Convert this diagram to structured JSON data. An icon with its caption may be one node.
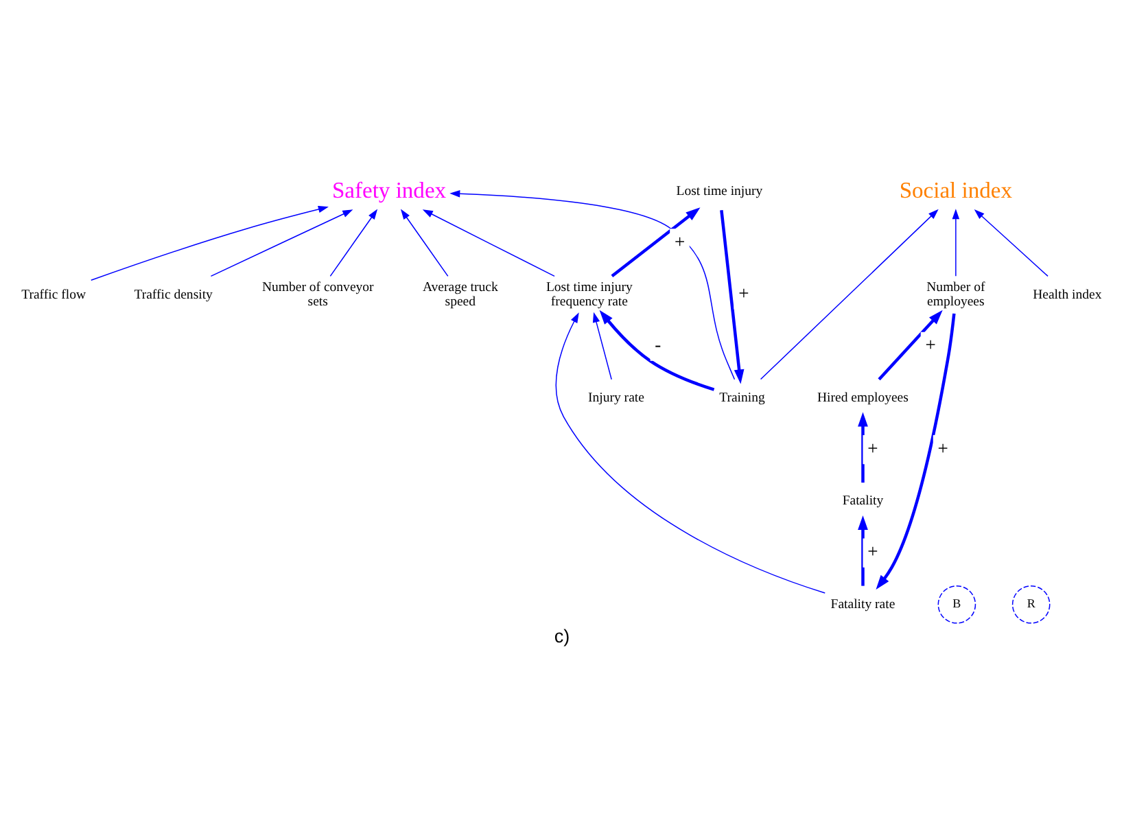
{
  "diagram": {
    "caption": "c)",
    "nodes": [
      {
        "text": [
          "Traffic flow"
        ]
      },
      {
        "text": [
          "Traffic density"
        ]
      },
      {
        "text": [
          "Number of conveyor sets"
        ]
      },
      {
        "text": [
          "Health index"
        ]
      },
      {
        "text": [
          "Safety index"
        ]
      },
      {
        "text": [
          "Social index"
        ]
      },
      {
        "text": [
          "Average truck speed"
        ]
      },
      {
        "text": [
          "Training"
        ]
      },
      {
        "text": [
          "Lost time injury frequency rate"
        ]
      },
      {
        "text": [
          "Lost time injury"
        ]
      },
      {
        "text": [
          "Number of employees"
        ]
      },
      {
        "text": [
          "Injury rate"
        ]
      },
      {
        "text": [
          "Hired employees"
        ]
      },
      {
        "text": [
          "Fatality rate"
        ]
      },
      {
        "text": [
          "Fatality"
        ]
      }
    ],
    "edges": [
      {
        "from": 0,
        "to": 4,
        "arrow": "to"
      },
      {
        "from": 1,
        "to": 4,
        "arrow": "to"
      },
      {
        "from": 2,
        "to": 4,
        "arrow": "to"
      },
      {
        "from": 6,
        "to": 4,
        "arrow": "to"
      },
      {
        "from": 7,
        "to": 4,
        "arrow": "to"
      },
      {
        "from": 8,
        "to": 4,
        "arrow": "to"
      },
      {
        "from": 3,
        "to": 5,
        "arrow": "to"
      },
      {
        "from": 7,
        "to": 5,
        "arrow": "to"
      },
      {
        "from": 10,
        "to": 5,
        "arrow": "to"
      },
      {
        "from": 11,
        "to": 8,
        "arrow": "to"
      },
      {
        "from": 13,
        "to": 8,
        "arrow": "to"
      },
      {
        "from": 7,
        "to": 8,
        "arrow": "to",
        "label": "-",
        "style": "thick"
      },
      {
        "from": 8,
        "to": 9,
        "arrow": "to",
        "label": "+",
        "style": "thick"
      },
      {
        "from": 9,
        "to": 7,
        "arrow": "to",
        "label": "+",
        "style": "thick"
      },
      {
        "from": 10,
        "to": 13,
        "arrow": "to",
        "label": "+",
        "style": "thick"
      },
      {
        "from": 13,
        "to": 14,
        "arrow": "to",
        "label": "+",
        "style": "thick"
      },
      {
        "from": 14,
        "to": 12,
        "arrow": "to",
        "label": "+",
        "style": "thick"
      },
      {
        "from": 12,
        "to": 10,
        "arrow": "to",
        "label": "+",
        "style": "thick"
      }
    ],
    "labels": [
      "B",
      "R"
    ]
  }
}
